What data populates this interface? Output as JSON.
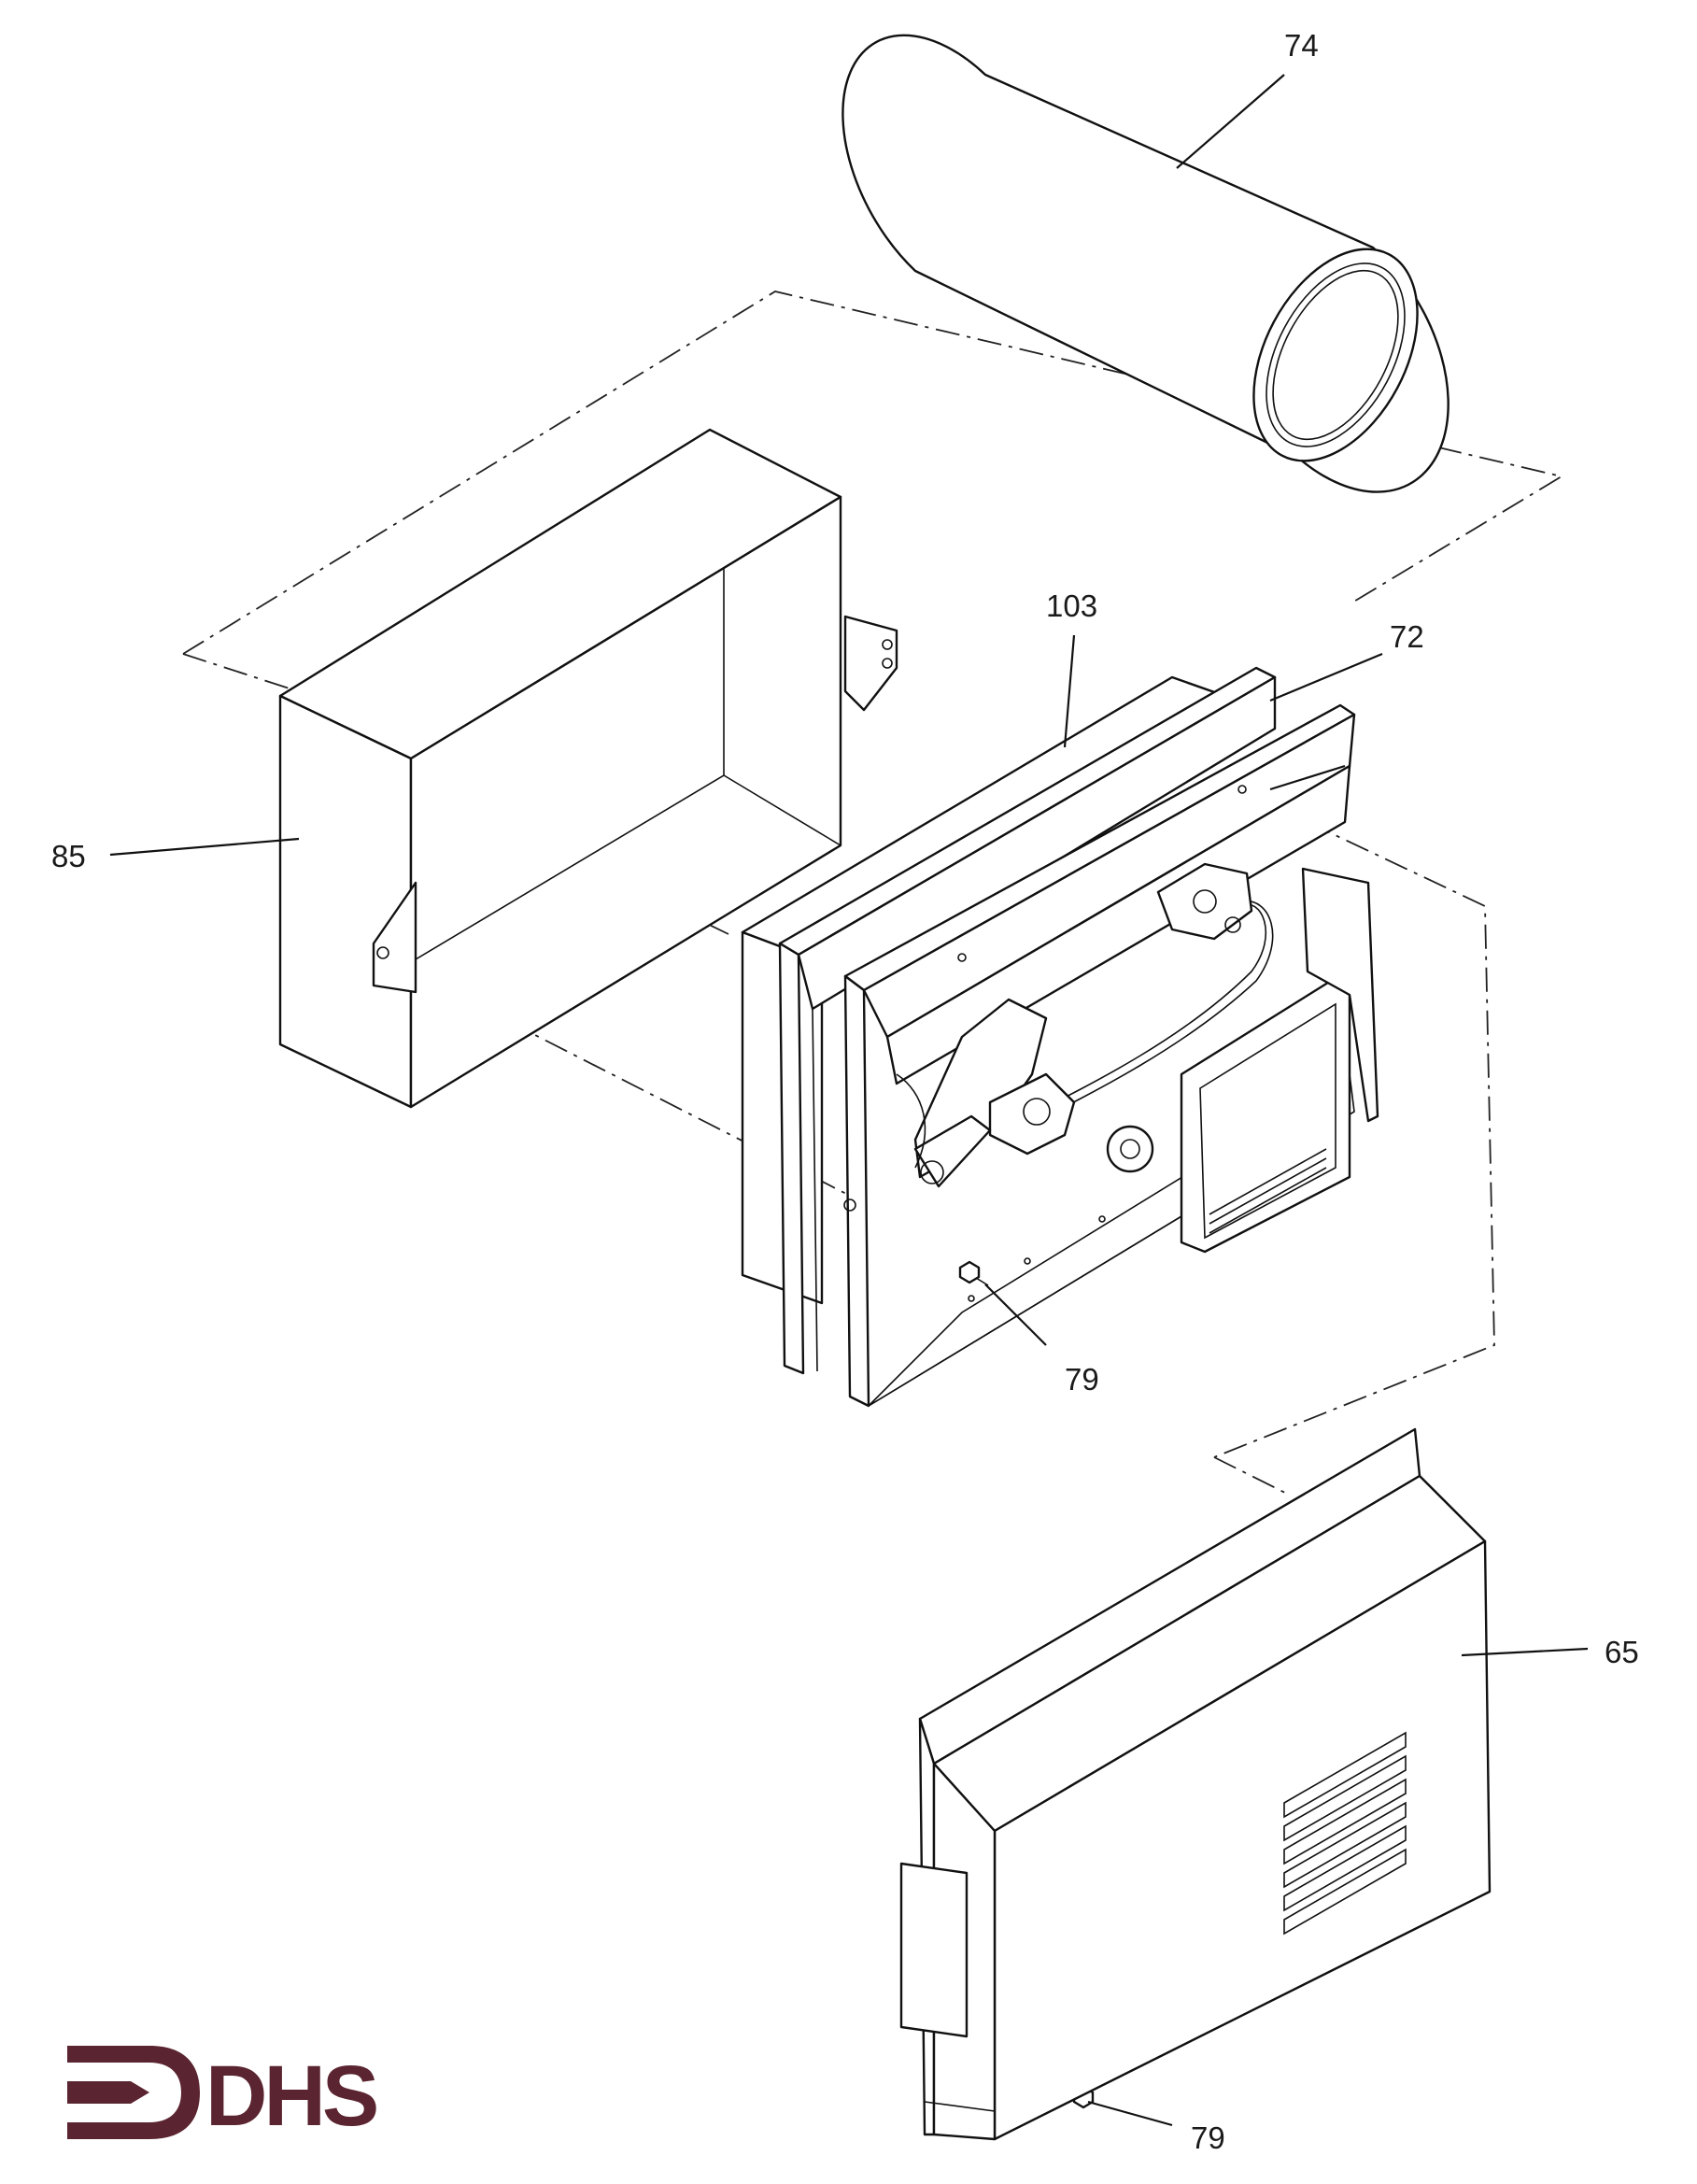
{
  "callouts": {
    "duct": "74",
    "cover_plate": "103",
    "gasket_frame": "72",
    "wall_box": "85",
    "screw_upper": "79",
    "front_cover": "65",
    "screw_lower": "79"
  },
  "logo": {
    "text": "DHS",
    "color": "#5a2430"
  },
  "icons": {
    "logo_mark": "arrow-bracket-icon",
    "screws": "screw-icon"
  }
}
